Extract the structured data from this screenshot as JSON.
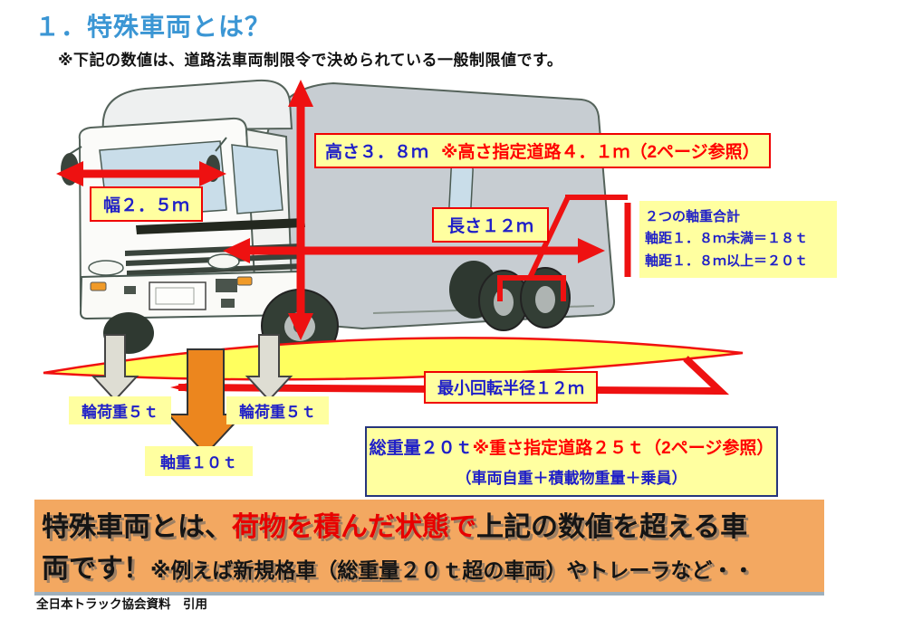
{
  "page": {
    "title": "１．特殊車両とは？",
    "subtitle": "※下記の数値は、道路法車両制限令で決められている一般制限値です。",
    "footer": "全日本トラック協会資料　引用"
  },
  "labels": {
    "height": {
      "main": "高さ３．８ｍ",
      "note": "※高さ指定道路４．１ｍ（2ページ参照）"
    },
    "width": {
      "main": "幅２．５ｍ"
    },
    "length": {
      "main": "長さ１２ｍ"
    },
    "axle_info": {
      "line1": "２つの軸重合計",
      "line2": "軸距１．８ｍ未満＝１８ｔ",
      "line3": "軸距１．８ｍ以上＝２０ｔ"
    },
    "wheel_load_left": "輪荷重５ｔ",
    "wheel_load_right": "輪荷重５ｔ",
    "axle_load": "軸重１０ｔ",
    "turning_radius": "最小回転半径１２ｍ",
    "total_weight": {
      "main": "総重量２０ｔ",
      "note": "※重さ指定道路２５ｔ（2ページ参照）",
      "sub": "（車両自重＋積載物重量＋乗員）"
    }
  },
  "banner": {
    "part1": "特殊車両とは、",
    "part2_red": "荷物を積んだ状態で",
    "part3": "上記の数値を超える車",
    "part4": "両です！",
    "part5": "※例えば新規格車（総重量２０ｔ超の車両）やトレーラなど・・"
  },
  "colors": {
    "title_blue": "#3B96D4",
    "label_text_blue": "#1F1FC8",
    "accent_red": "#EE1111",
    "label_yellow": "#FFFFA0",
    "road_yellow": "#FFFF5E",
    "banner_orange": "#F3A861",
    "orange_arrow": "#EC861E",
    "truck_gray": "#C7CDD2",
    "navy_border": "#26357C"
  }
}
